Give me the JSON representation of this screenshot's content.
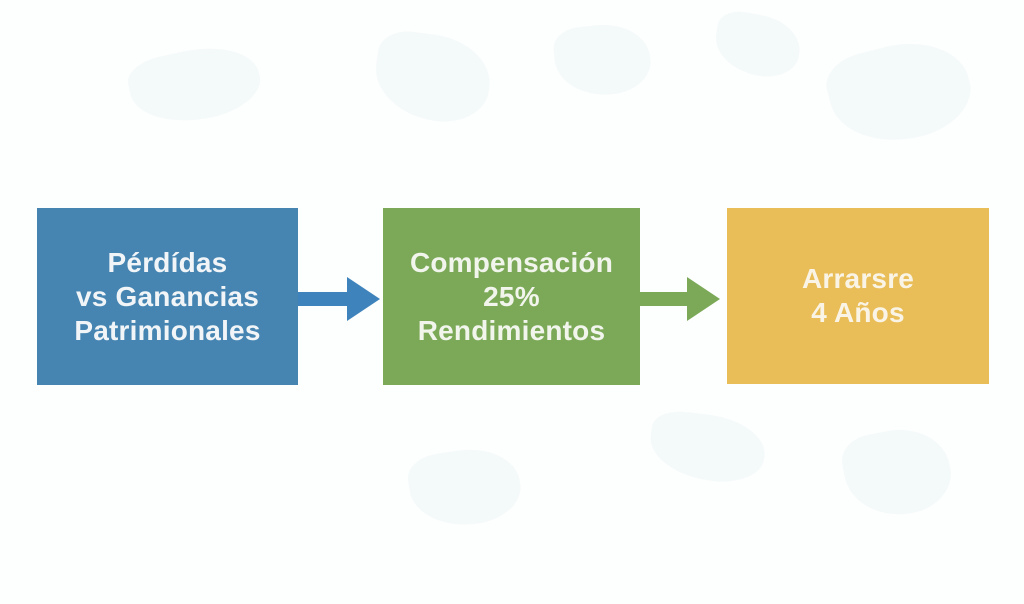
{
  "canvas": {
    "background": "#fdfefe"
  },
  "diagram": {
    "nodes": [
      {
        "id": "perdidas-vs-ganancias",
        "label_lines": [
          "Pérdídas",
          "vs Ganancias",
          "Patrimionales"
        ],
        "color": "#4685B2",
        "text_color": "#F1F5F7"
      },
      {
        "id": "compensacion-25-rendimientos",
        "label_lines": [
          "Compensación",
          "25%",
          "Rendimientos"
        ],
        "color": "#7CA958",
        "text_color": "#F1F5EC"
      },
      {
        "id": "arrastre-4-anos",
        "label_lines": [
          "Arrarsre",
          "4 Años"
        ],
        "color": "#E9BE58",
        "text_color": "#F9F4E6"
      }
    ],
    "arrows": [
      {
        "from": "perdidas-vs-ganancias",
        "to": "compensacion-25-rendimientos",
        "color": "#3E83BB"
      },
      {
        "from": "compensacion-25-rendimientos",
        "to": "arrastre-4-anos",
        "color": "#7CA958"
      }
    ]
  }
}
